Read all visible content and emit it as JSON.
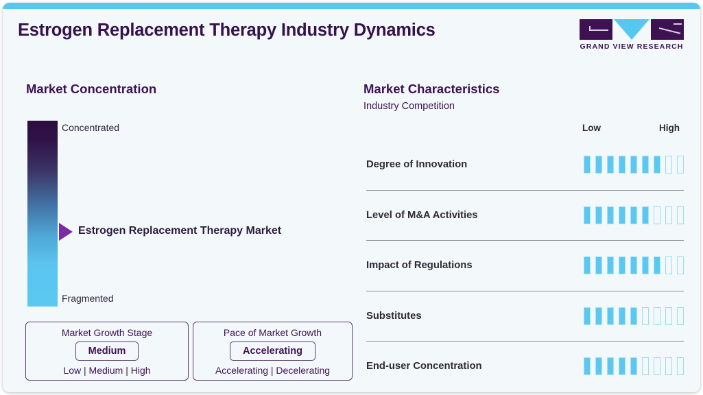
{
  "header": {
    "title": "Estrogen Replacement Therapy Industry Dynamics",
    "logo_text": "GRAND VIEW RESEARCH",
    "accent_color": "#56c8f0",
    "brand_color": "#3d1152"
  },
  "left_panel": {
    "title": "Market Concentration",
    "scale_top_label": "Concentrated",
    "scale_bottom_label": "Fragmented",
    "marker_label": "Estrogen Replacement Therapy Market",
    "marker_color": "#7b2ba6",
    "gradient_top_color": "#2c0d40",
    "gradient_bottom_color": "#5bc8f2",
    "stats": [
      {
        "title": "Market Growth Stage",
        "value": "Medium",
        "scale": "Low | Medium | High"
      },
      {
        "title": "Pace of Market Growth",
        "value": "Accelerating",
        "scale": "Accelerating | Decelerating"
      }
    ]
  },
  "right_panel": {
    "title": "Market Characteristics",
    "subtitle": "Industry Competition",
    "scale_low_label": "Low",
    "scale_high_label": "High",
    "fill_color": "#5bc8f2",
    "empty_color": "#9adcf6"
  },
  "chart_data": {
    "type": "bar",
    "title": "Market Characteristics",
    "subtitle": "Industry Competition",
    "xlabel": "",
    "ylabel": "",
    "total_ticks": 9,
    "axis_low_label": "Low",
    "axis_high_label": "High",
    "ylim": [
      0,
      9
    ],
    "grid": false,
    "legend": "none",
    "categories": [
      "Degree of Innovation",
      "Level of M&A Activities",
      "Impact of Regulations",
      "Substitutes",
      "End-user Concentration"
    ],
    "values": [
      7,
      6,
      7,
      5,
      5
    ]
  }
}
